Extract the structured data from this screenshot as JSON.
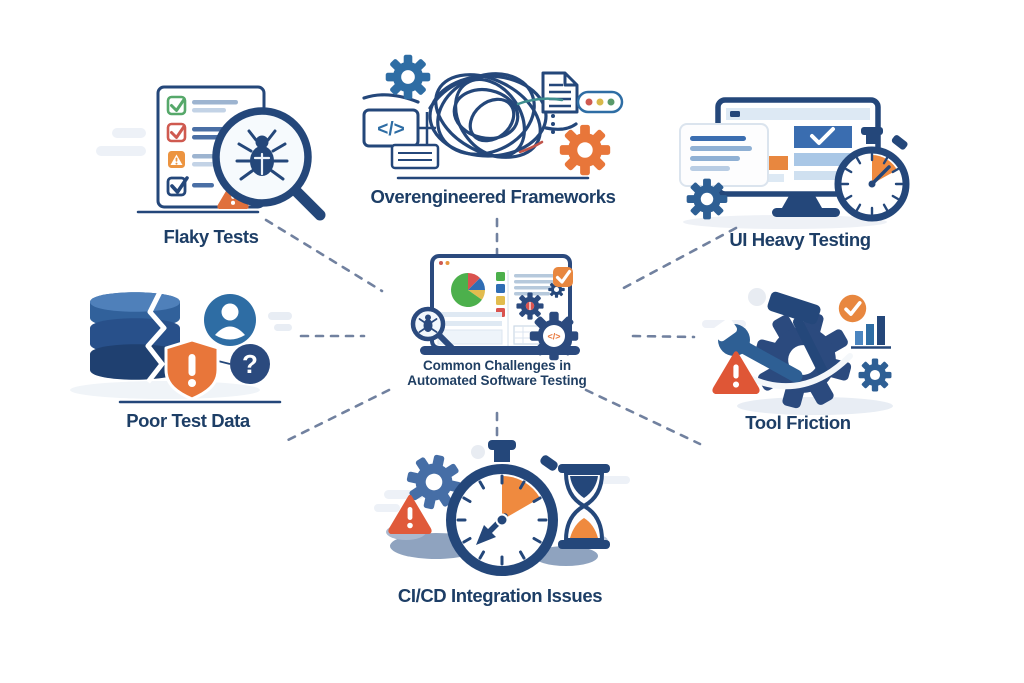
{
  "diagram": {
    "title": {
      "line1": "Common Challenges in",
      "line2": "Automated Software Testing"
    }
  },
  "nodes": {
    "flaky_tests": {
      "label": "Flaky Tests"
    },
    "overengineered_frameworks": {
      "label": "Overengineered Frameworks"
    },
    "ui_heavy_testing": {
      "label": "UI Heavy Testing"
    },
    "poor_test_data": {
      "label": "Poor Test Data"
    },
    "tool_friction": {
      "label": "Tool Friction"
    },
    "cicd_integration_issues": {
      "label": "CI/CD Integration Issues"
    }
  },
  "glyphs": {
    "code": "</>",
    "question": "?"
  },
  "colors": {
    "navy": "#24477a",
    "navy_dark": "#1f4070",
    "blue": "#2e6da4",
    "steel": "#2e5f94",
    "orange": "#e8763a",
    "amber": "#e8873f",
    "red": "#cf5a50",
    "green": "#4cb04c",
    "yellow": "#e2bc4e",
    "teal": "#3f8f8f",
    "label_text": "#1d3e66",
    "dash_line": "#71819f",
    "decor_light": "#edf1f7",
    "blob_blue": "#8fa3bf"
  }
}
